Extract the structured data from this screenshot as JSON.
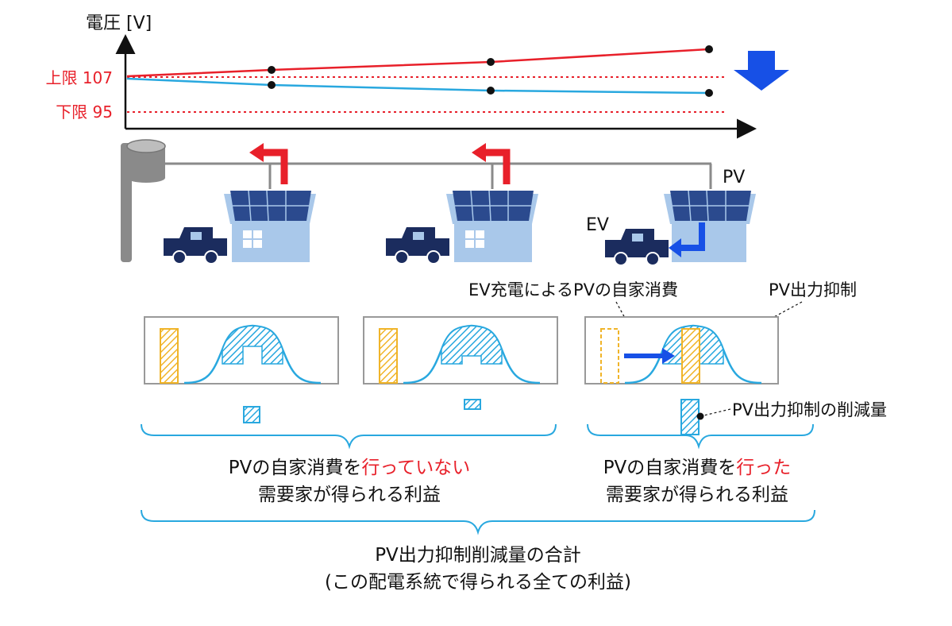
{
  "axis": {
    "y_label": "電圧 [V]"
  },
  "limits": {
    "upper": {
      "label": "上限 107",
      "color": "#e8202a"
    },
    "lower": {
      "label": "下限 95",
      "color": "#e8202a"
    }
  },
  "series_colors": {
    "upper_line": "#e8202a",
    "lower_line": "#29a8df"
  },
  "labels": {
    "pv": "PV",
    "ev": "EV",
    "ev_self": "EV充電によるPVの自家消費",
    "pv_curtail": "PV出力抑制",
    "pv_reduction": "PV出力抑制の削減量"
  },
  "groups": {
    "left": {
      "line1_pre": "PVの自家消費を",
      "line1_emph": "行っていない",
      "line2": "需要家が得られる利益"
    },
    "right": {
      "line1_pre": "PVの自家消費を",
      "line1_emph": "行った",
      "line2": "需要家が得られる利益"
    }
  },
  "total": {
    "line1": "PV出力抑制削減量の合計",
    "line2": "(この配電系統で得られる全ての利益)"
  },
  "colors": {
    "accent_red": "#e8202a",
    "solar": "#2b4a8e",
    "house": "#a9c8ea",
    "car": "#1b2c5e",
    "hatch_blue": "#29a8df",
    "hatch_yellow": "#f0b429",
    "arrow_blue": "#1750e6"
  }
}
